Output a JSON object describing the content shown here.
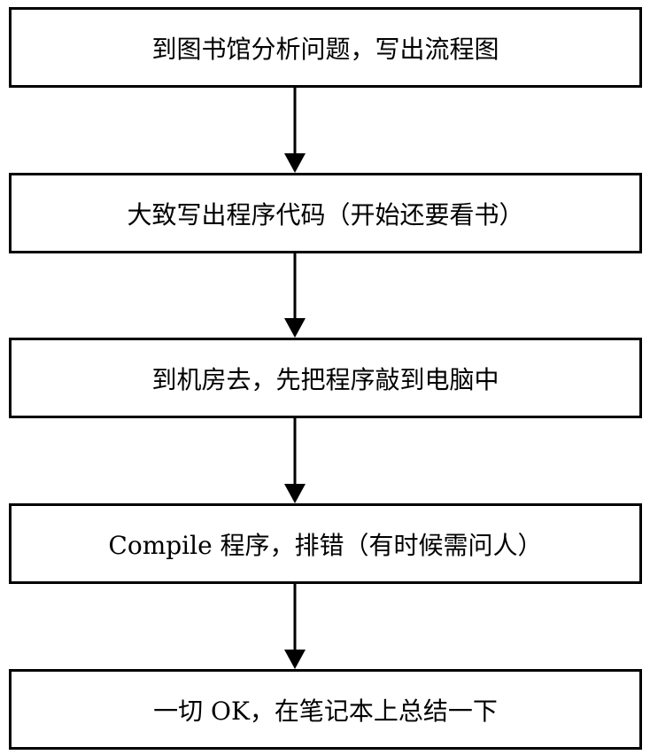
{
  "flowchart": {
    "steps": [
      {
        "label": "到图书馆分析问题，写出流程图"
      },
      {
        "label": "大致写出程序代码（开始还要看书）"
      },
      {
        "label": "到机房去，先把程序敲到电脑中"
      },
      {
        "label": "Compile 程序，排错（有时候需问人）"
      },
      {
        "label": "一切 OK，在笔记本上总结一下"
      }
    ],
    "connections": [
      {
        "from": 0,
        "to": 1
      },
      {
        "from": 1,
        "to": 2
      },
      {
        "from": 2,
        "to": 3
      },
      {
        "from": 3,
        "to": 4
      }
    ],
    "colors": {
      "line": "#000000",
      "box_fill": "#ffffff",
      "text": "#000000"
    }
  }
}
